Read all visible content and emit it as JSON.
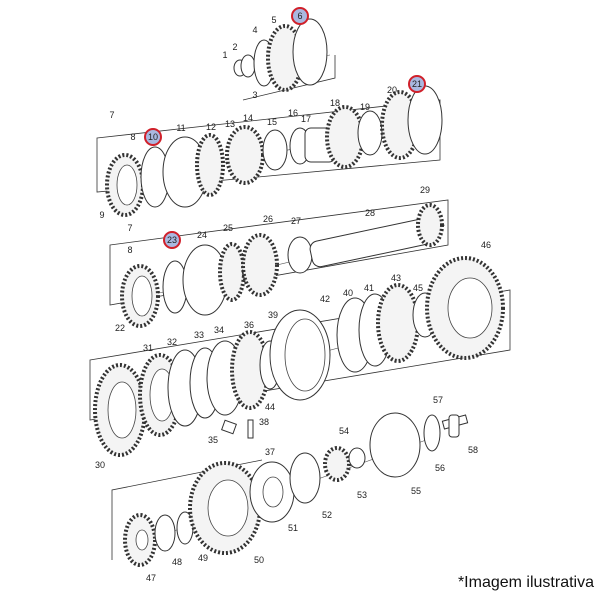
{
  "diagram": {
    "labels": [
      "1",
      "2",
      "3",
      "4",
      "5",
      "6",
      "7",
      "8",
      "9",
      "10",
      "11",
      "12",
      "13",
      "14",
      "15",
      "16",
      "17",
      "18",
      "19",
      "20",
      "21",
      "22",
      "23",
      "24",
      "25",
      "26",
      "27",
      "28",
      "29",
      "30",
      "31",
      "32",
      "33",
      "34",
      "35",
      "36",
      "37",
      "38",
      "39",
      "40",
      "41",
      "42",
      "43",
      "44",
      "45",
      "46",
      "47",
      "48",
      "49",
      "50",
      "51",
      "52",
      "53",
      "54",
      "55",
      "56",
      "57",
      "58"
    ],
    "highlighted": [
      "6",
      "10",
      "21",
      "23"
    ],
    "highlight_color": "#d0202a",
    "highlight_fill": "#aab8e0"
  },
  "footer": {
    "note": "*Imagem ilustrativa"
  }
}
